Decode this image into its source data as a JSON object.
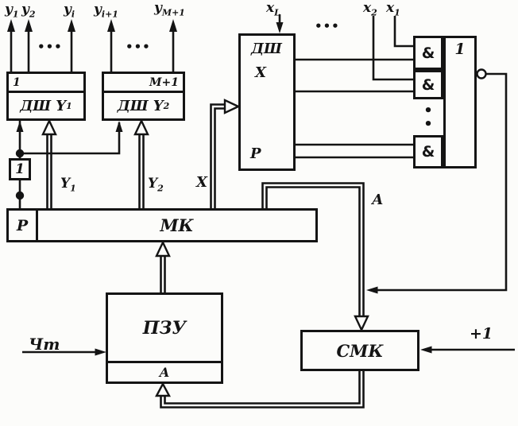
{
  "colors": {
    "ink": "#141414",
    "background": "#fcfcfa"
  },
  "outputs": {
    "group1": [
      {
        "base": "y",
        "sub": "1"
      },
      {
        "base": "y",
        "sub": "2"
      },
      {
        "base": "y",
        "sub": "i"
      }
    ],
    "group2": [
      {
        "base": "y",
        "sub": "i+1"
      },
      {
        "base": "y",
        "sub": "M+1"
      }
    ],
    "dots": "•••"
  },
  "condition_inputs": {
    "xl": {
      "base": "x",
      "sub": "L"
    },
    "x2": {
      "base": "x",
      "sub": "2"
    },
    "x1": {
      "base": "x",
      "sub": "1"
    },
    "dots": "•••"
  },
  "buses": {
    "y1": {
      "base": "Y",
      "sub": "1"
    },
    "y2": {
      "base": "Y",
      "sub": "2"
    },
    "x": "X",
    "a": "А"
  },
  "signals": {
    "read": "Чт",
    "increment": "+1"
  },
  "blocks": {
    "decoder_y1": {
      "corner": "1",
      "label": {
        "base": "ДШ Y",
        "sub": "1"
      }
    },
    "decoder_y2": {
      "corner": "М+1",
      "label": {
        "base": "ДШ Y",
        "sub": "2"
      }
    },
    "decoder_x": {
      "line1": "ДШ",
      "line2": "X",
      "line3": "Р"
    },
    "pulse_element": "1",
    "mk_register": {
      "reg": "Р",
      "label": "МК"
    },
    "rom": {
      "label": "ПЗУ",
      "addr": "А"
    },
    "counter": {
      "label": "СМК"
    },
    "and_gate": "&",
    "or_gate": "1",
    "gate_dots": "•\n•"
  }
}
